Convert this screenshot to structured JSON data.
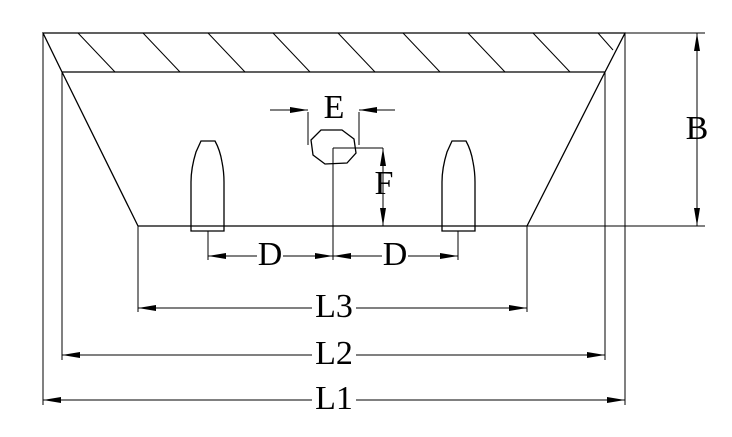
{
  "dimension_labels": {
    "e": "E",
    "b": "B",
    "f": "F",
    "d_left": "D",
    "d_right": "D",
    "l3": "L3",
    "l2": "L2",
    "l1": "L1"
  }
}
